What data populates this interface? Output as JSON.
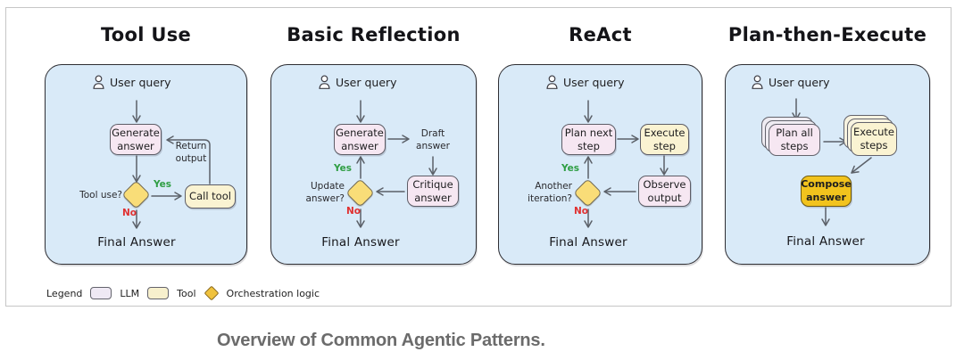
{
  "caption": "Overview of Common Agentic Patterns.",
  "legend": {
    "title": "Legend",
    "llm": "LLM",
    "tool": "Tool",
    "orchestration": "Orchestration logic"
  },
  "colors": {
    "panel_bg": "#d9eaf8",
    "llm_fill": "#f6e7f2",
    "tool_fill": "#faf3d2",
    "diamond_fill": "#f9dd78",
    "accent_gold": "#f2c31d",
    "yes_green": "#2f9e44",
    "no_red": "#e03131"
  },
  "panels": {
    "tool_use": {
      "title": "Tool Use",
      "user_query": "User query",
      "generate": "Generate\nanswer",
      "return_output": "Return\noutput",
      "decision": "Tool use?",
      "yes": "Yes",
      "no": "No",
      "call_tool": "Call tool",
      "final": "Final Answer"
    },
    "basic_reflection": {
      "title": "Basic Reflection",
      "user_query": "User query",
      "generate": "Generate\nanswer",
      "draft": "Draft\nanswer",
      "critique": "Critique\nanswer",
      "decision": "Update\nanswer?",
      "yes": "Yes",
      "no": "No",
      "final": "Final Answer"
    },
    "react": {
      "title": "ReAct",
      "user_query": "User query",
      "plan": "Plan next\nstep",
      "execute": "Execute\nstep",
      "observe": "Observe\noutput",
      "decision": "Another\niteration?",
      "yes": "Yes",
      "no": "No",
      "final": "Final Answer"
    },
    "plan_execute": {
      "title": "Plan-then-Execute",
      "user_query": "User query",
      "plan": "Plan all\nsteps",
      "execute": "Execute\nsteps",
      "compose": "Compose\nanswer",
      "final": "Final Answer"
    }
  }
}
